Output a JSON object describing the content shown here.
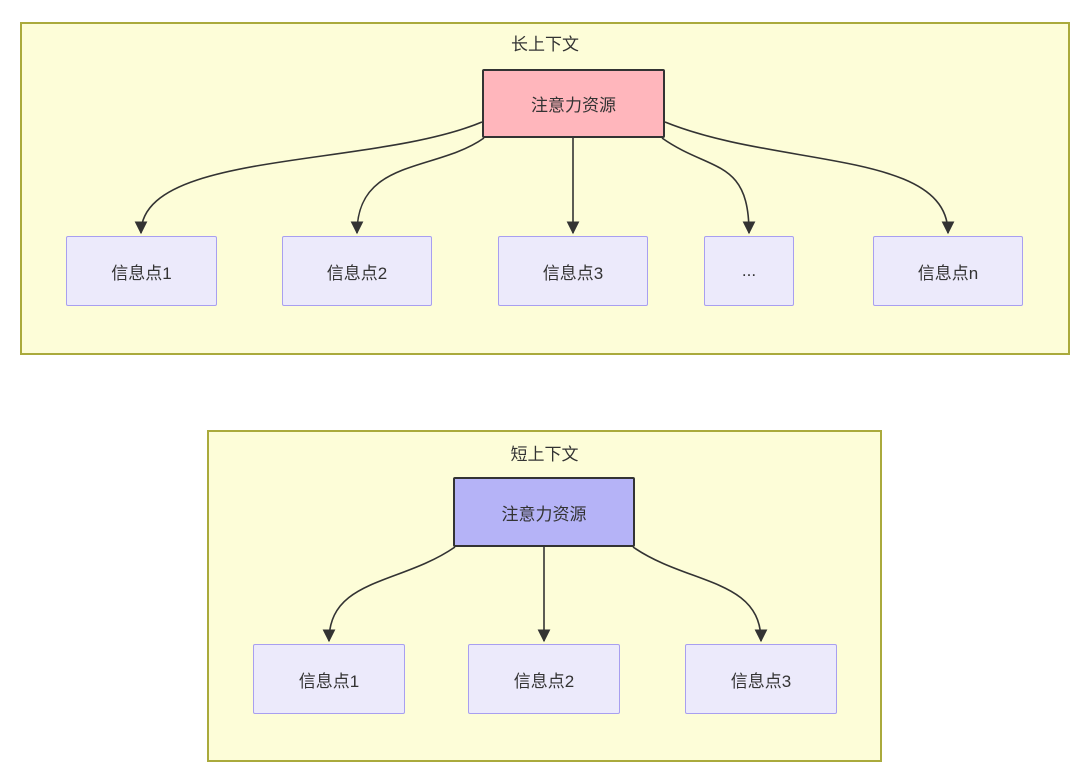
{
  "long_context": {
    "title": "长上下文",
    "attention_label": "注意力资源",
    "nodes": [
      "信息点1",
      "信息点2",
      "信息点3",
      "...",
      "信息点n"
    ]
  },
  "short_context": {
    "title": "短上下文",
    "attention_label": "注意力资源",
    "nodes": [
      "信息点1",
      "信息点2",
      "信息点3"
    ]
  },
  "colors": {
    "container_fill": "#fdfdd8",
    "container_border": "#aaaa3c",
    "attention_long_fill": "#ffb6bc",
    "attention_short_fill": "#b5b3f7",
    "attention_border": "#333333",
    "node_fill": "#eceafb",
    "node_border": "#a89ff0",
    "arrow": "#333333",
    "text": "#333333"
  }
}
